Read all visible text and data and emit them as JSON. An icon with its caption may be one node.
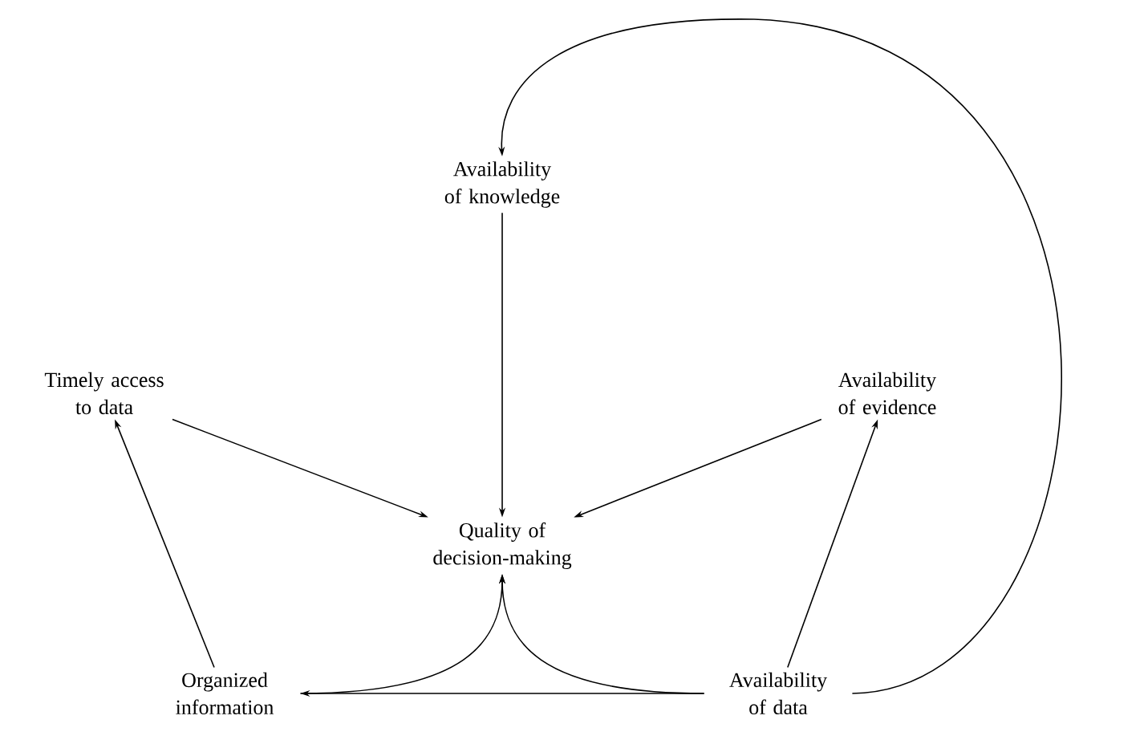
{
  "diagram": {
    "nodes": [
      {
        "text": [
          "Availability of knowledge"
        ]
      },
      {
        "text": [
          "Timely access to data"
        ]
      },
      {
        "text": [
          "Availability of evidence"
        ]
      },
      {
        "text": [
          "Quality of decision-making"
        ]
      },
      {
        "text": [
          "Organized information"
        ]
      },
      {
        "text": [
          "Availability of data"
        ]
      }
    ],
    "edges": [
      {
        "from": 5,
        "to": 0,
        "arrow": "to"
      },
      {
        "from": 0,
        "to": 3,
        "arrow": "to"
      },
      {
        "from": 1,
        "to": 3,
        "arrow": "to"
      },
      {
        "from": 2,
        "to": 3,
        "arrow": "to"
      },
      {
        "from": 5,
        "to": 2,
        "arrow": "to"
      },
      {
        "from": 4,
        "to": 1,
        "arrow": "to"
      },
      {
        "from": 5,
        "to": 4,
        "arrow": "to"
      },
      {
        "from": 4,
        "to": 3,
        "arrow": "to"
      },
      {
        "from": 5,
        "to": 3,
        "arrow": "to"
      }
    ]
  }
}
